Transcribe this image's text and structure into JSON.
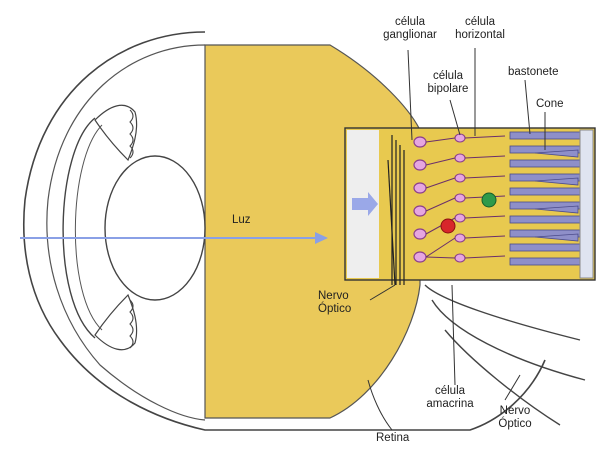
{
  "colors": {
    "vitreous": "#eac95a",
    "outline": "#444444",
    "retina_bg": "#e8c94f",
    "light_ray": "#8aa0e6",
    "cell_purple": "#8c3f8c",
    "cell_fill": "#e6a6e0",
    "rod": "#8e8fc9",
    "amacrine": "#d8262b",
    "horizontal": "#2f9a4a"
  },
  "labels": {
    "luz": "Luz",
    "celula_ganglionar": "célula\nganglionar",
    "celula_horizontal": "célula\nhorizontal",
    "celula_bipolare": "célula\nbipolare",
    "bastonete": "bastonete",
    "cone": "Cone",
    "nervo_optico_left": "Nervo\nÓptico",
    "celula_amacrina": "célula\namacrina",
    "nervo_optico_right": "Nervo\nÓptico",
    "retina": "Retina"
  }
}
